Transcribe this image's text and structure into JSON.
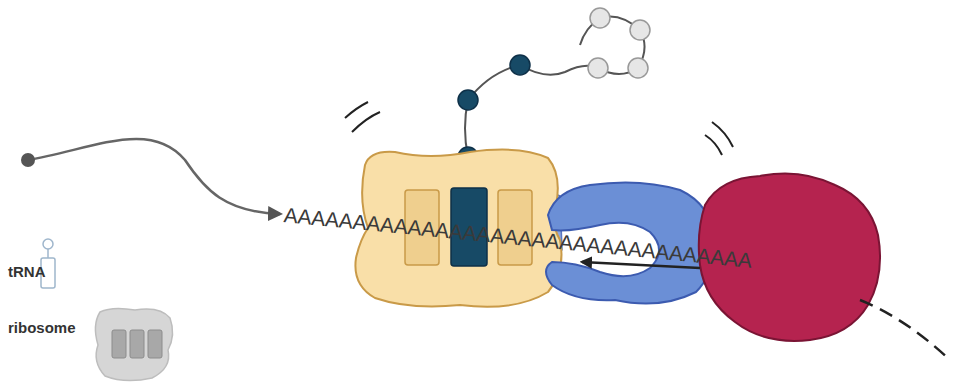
{
  "diagram": {
    "labels": [
      "AAAAAAAAAAAAAAAAAAAAAAAAAAAAAAAAAA"
    ],
    "legend": [
      {
        "text": "tRNA"
      },
      {
        "text": "ribosome"
      }
    ]
  }
}
